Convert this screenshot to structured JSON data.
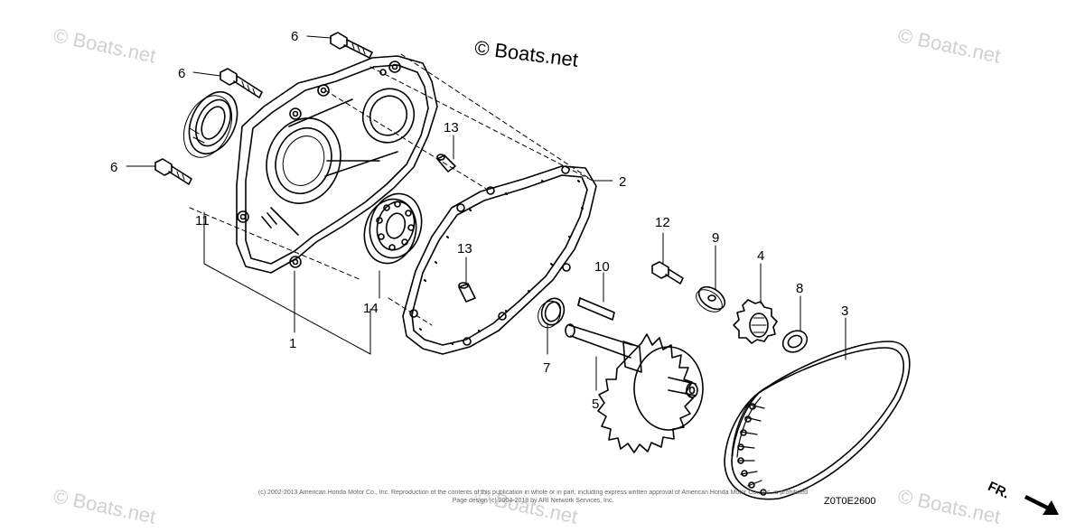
{
  "watermarks": {
    "brand": "© Boats.net",
    "faint": "© Boats.net"
  },
  "callouts": {
    "c6a": "6",
    "c6b": "6",
    "c6c": "6",
    "c11": "11",
    "c1": "1",
    "c14": "14",
    "c13a": "13",
    "c13b": "13",
    "c2": "2",
    "c12": "12",
    "c9": "9",
    "c4": "4",
    "c10": "10",
    "c8": "8",
    "c3": "3",
    "c7": "7",
    "c5": "5"
  },
  "footer": {
    "copyright_line1": "(c) 2002-2013 American Honda Motor Co., Inc. Reproduction of the contents of this publication in whole or in part, including express written approval of American Honda Motor Co., Inc. is prohibited",
    "copyright_line2": "Page design (c) 2004-2018 by ARI Network Services, Inc.",
    "diagram_code": "Z0T0E2600",
    "direction_label": "FR."
  }
}
